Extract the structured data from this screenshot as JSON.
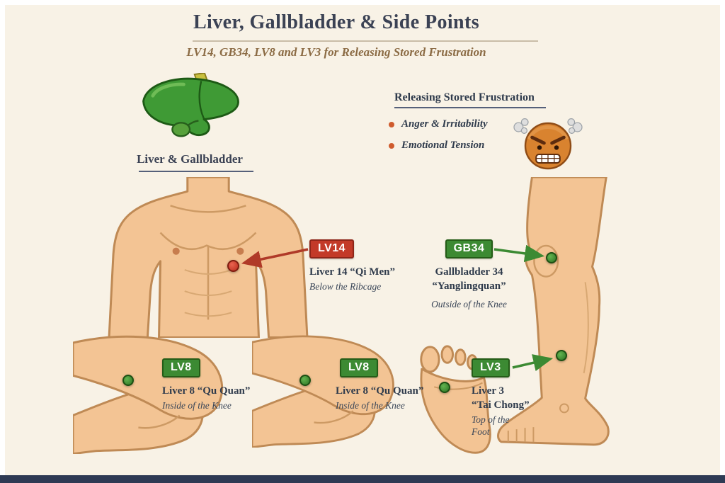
{
  "theme": {
    "background": "#f8f2e6",
    "frame": "#ffffff",
    "footer_bar": "#2e3a54",
    "title_color": "#3b4254",
    "subtitle_color": "#8b6b44",
    "accent_red": "#c33a28",
    "accent_green": "#3c8a33",
    "bullet_color": "#cf5b2d",
    "skin_color": "#f3c494",
    "liver_green": "#3f9a35"
  },
  "header": {
    "title": "Liver, Gallbladder & Side Points",
    "subtitle": "LV14, GB34, LV8 and LV3 for Releasing Stored Frustration"
  },
  "organ": {
    "caption": "Liver & Gallbladder"
  },
  "benefits": {
    "heading": "Releasing Stored Frustration",
    "items": [
      {
        "label": "Anger & Irritability"
      },
      {
        "label": "Emotional Tension"
      }
    ]
  },
  "points": {
    "lv14": {
      "badge": "LV14",
      "name": "Liver 14 “Qi Men”",
      "location": "Below the Ribcage"
    },
    "gb34": {
      "badge": "GB34",
      "name_line1": "Gallbladder 34",
      "name_line2": "“Yanglingquan”",
      "location": "Outside of the Knee"
    },
    "lv8_left": {
      "badge": "LV8",
      "name": "Liver 8 “Qu Quan”",
      "location": "Inside of the Knee"
    },
    "lv8_middle": {
      "badge": "LV8",
      "name": "Liver 8 “Qu Quan”",
      "location": "Inside of the Knee"
    },
    "lv3": {
      "badge": "LV3",
      "name_line1": "Liver 3",
      "name_line2": "“Tai Chong”",
      "location": "Top of the Foot"
    }
  }
}
